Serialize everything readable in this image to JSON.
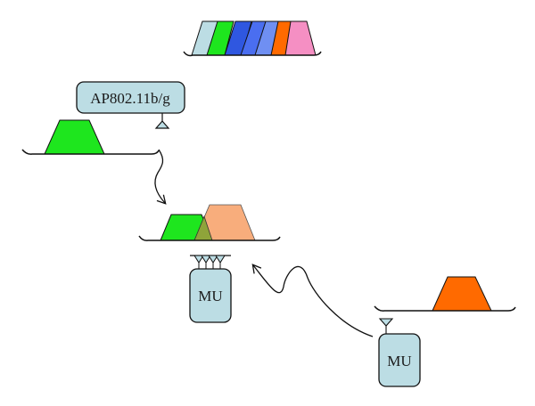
{
  "access_point": {
    "label": "AP802.11b/g",
    "box_fill": "#bcdde4"
  },
  "mobile_units": [
    {
      "label": "MU",
      "fill": "#bcdde4"
    },
    {
      "label": "MU",
      "fill": "#bcdde4"
    }
  ],
  "colors": {
    "green": "#1ee61e",
    "orange": "#ff6a00",
    "orange_faded": "#f7a46e",
    "overlap": "#8fa43a",
    "light_blue": "#bcdde4",
    "blue": "#2f57e0",
    "blue_mid": "#4a6ef0",
    "blue_light": "#6f8ff2",
    "pink": "#f58fc3",
    "stroke": "#111111"
  },
  "channel_spectrum": {
    "colors": [
      "#bcdde4",
      "#1ee61e",
      "#2f57e0",
      "#4a6ef0",
      "#6f8ff2",
      "#ff6a00",
      "#f58fc3"
    ]
  }
}
